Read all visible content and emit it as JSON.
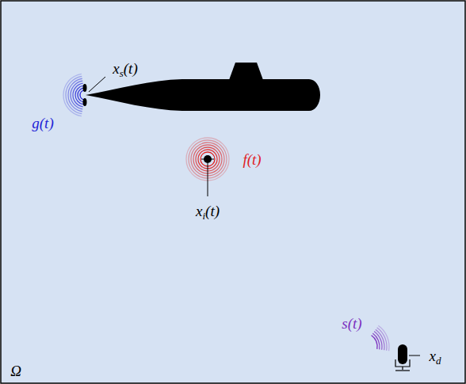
{
  "diagram": {
    "labels": [
      "xs(t)",
      "g(t)",
      "f(t)",
      "xi(t)",
      "s(t)",
      "xd",
      "Ω"
    ]
  }
}
